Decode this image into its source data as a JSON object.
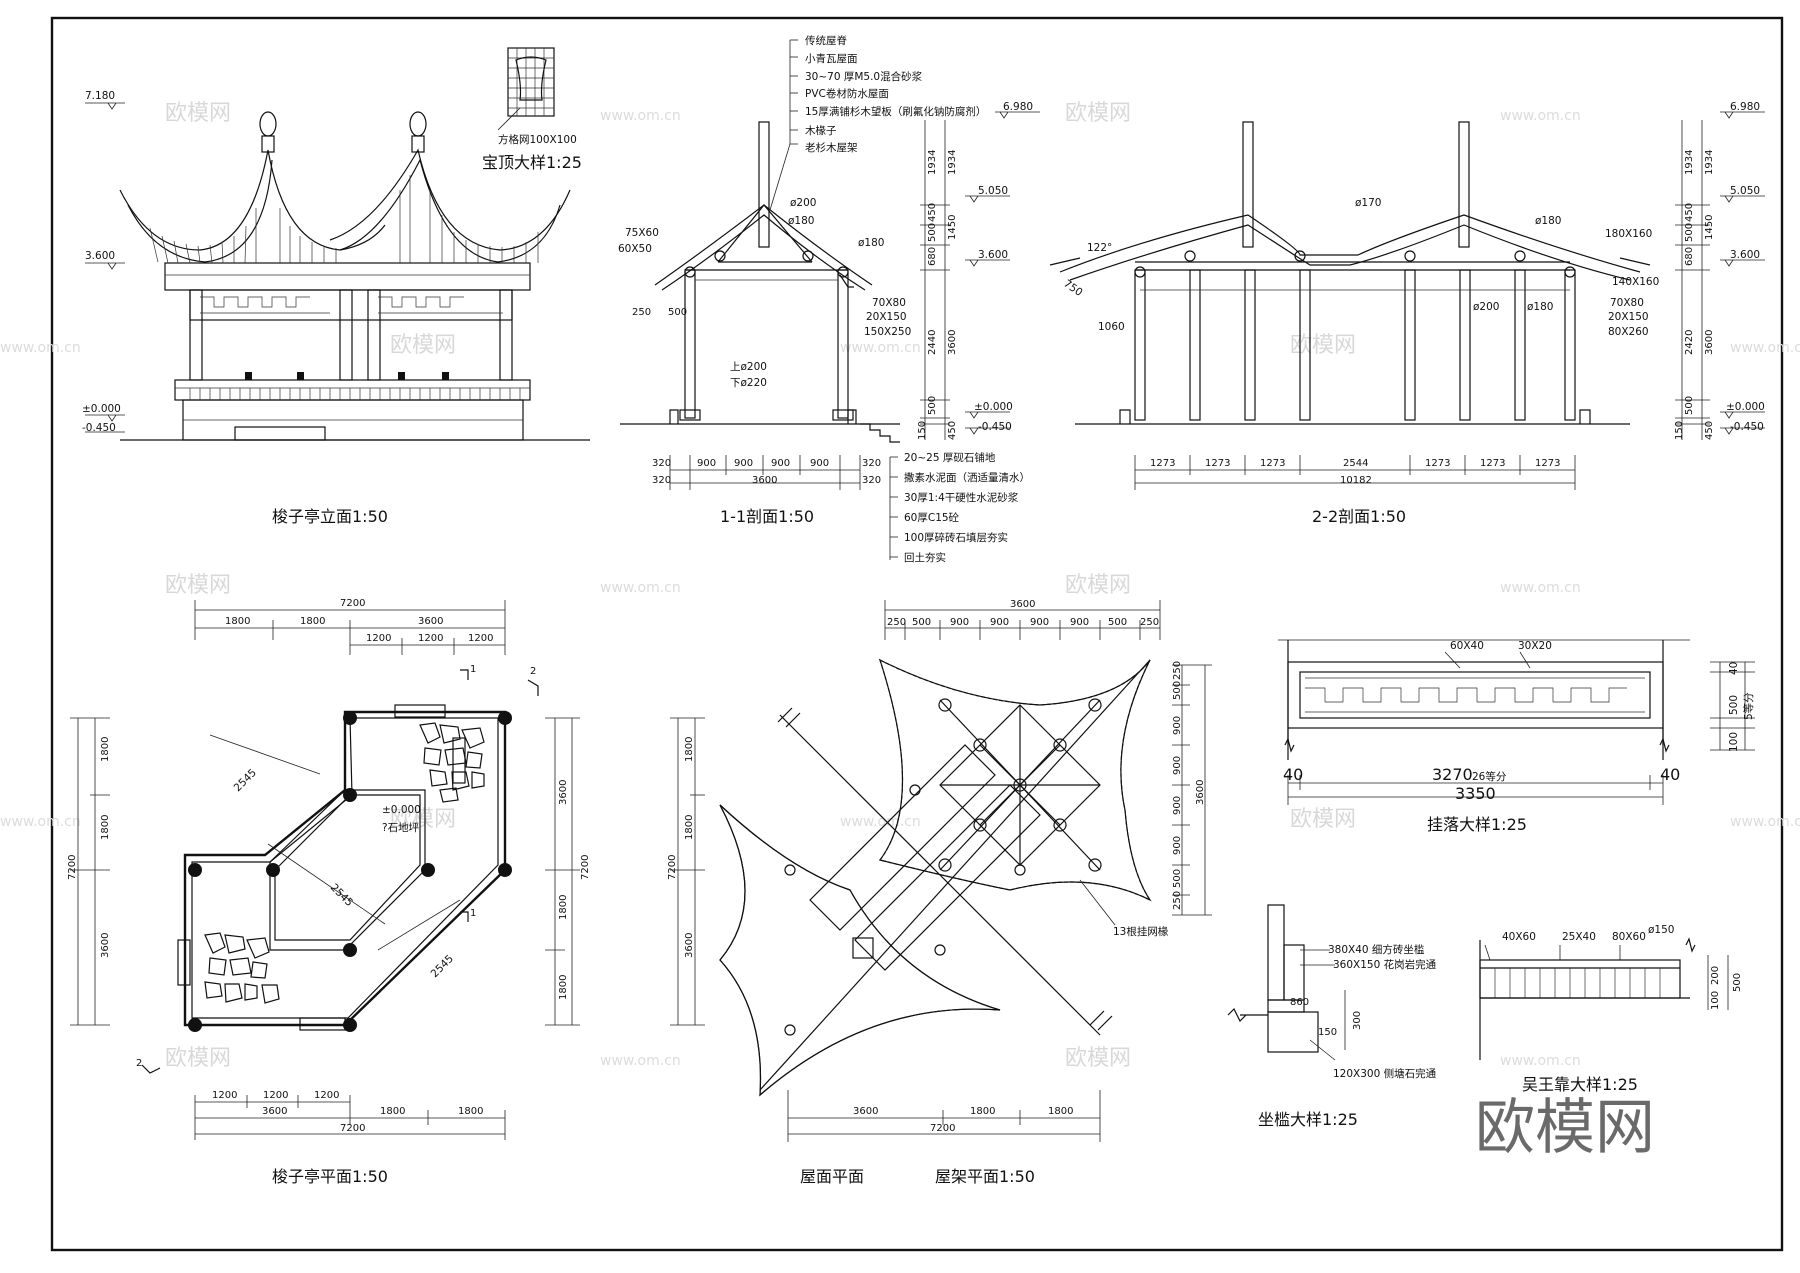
{
  "titles": {
    "elevation": "梭子亭立面1:50",
    "section11": "1-1剖面1:50",
    "section22": "2-2剖面1:50",
    "plan": "梭子亭平面1:50",
    "roof_plan": "屋面平面",
    "frame_plan": "屋架平面1:50",
    "hanging": "挂落大样1:25",
    "sill": "坐槛大样1:25",
    "bench": "吴王靠大样1:25",
    "finial": "宝顶大样1:25"
  },
  "finial_note": "方格网100X100",
  "roof_layers": [
    "传统屋脊",
    "小青瓦屋面",
    "30~70 厚M5.0混合砂浆",
    "PVC卷材防水屋面",
    "15厚满铺杉木望板（刷氟化钠防腐剂）",
    "木椽子",
    "老杉木屋架"
  ],
  "floor_layers": [
    "20~25 厚砚石铺地",
    "撒素水泥面（洒适量清水）",
    "30厚1:4干硬性水泥砂浆",
    "60厚C15砼",
    "100厚碎砖石填层夯实",
    "回土夯实"
  ],
  "elevations": {
    "e7180": "7.180",
    "e6980": "6.980",
    "e5050": "5.050",
    "e3600": "3.600",
    "e0000": "±0.000",
    "e0450": "-0.450"
  },
  "s11": {
    "members": [
      "75X60",
      "60X50",
      "ø200",
      "ø180",
      "ø180",
      "70X80",
      "20X150",
      "150X250",
      "上ø200",
      "下ø220",
      "250",
      "500"
    ],
    "vdims": [
      "1934",
      "1450",
      "450",
      "500",
      "680",
      "3600",
      "2440",
      "500",
      "150",
      "450",
      "1934"
    ],
    "hdims": [
      "320",
      "900",
      "900",
      "900",
      "900",
      "320",
      "3600",
      "320",
      "320"
    ]
  },
  "s22": {
    "members": [
      "122°",
      "750",
      "1060",
      "ø170",
      "ø180",
      "180X160",
      "140X160",
      "ø200",
      "ø180",
      "70X80",
      "20X150",
      "80X260"
    ],
    "vdims": [
      "1934",
      "1934",
      "450",
      "500",
      "1450",
      "680",
      "2420",
      "3600",
      "500",
      "150",
      "450"
    ],
    "hdims": [
      "1273",
      "1273",
      "1273",
      "2544",
      "1273",
      "1273",
      "1273",
      "10182"
    ]
  },
  "plan": {
    "top_dims": [
      "7200",
      "1800",
      "1800",
      "3600",
      "1200",
      "1200",
      "1200"
    ],
    "bottom_dims": [
      "1200",
      "1200",
      "1200",
      "3600",
      "1800",
      "1800",
      "7200"
    ],
    "left_dims": [
      "1800",
      "1800",
      "3600",
      "7200"
    ],
    "right_dims": [
      "3600",
      "7200",
      "1800",
      "1800"
    ],
    "diag": [
      "2545",
      "2545",
      "2545"
    ],
    "level": "±0.000",
    "floor_note": "?石地坪",
    "cut1": "1",
    "cut2": "2"
  },
  "roof": {
    "top_dims": [
      "3600",
      "250",
      "500",
      "900",
      "900",
      "900",
      "900",
      "500",
      "250"
    ],
    "right_dims": [
      "250",
      "500",
      "900",
      "900",
      "900",
      "900",
      "500",
      "250",
      "3600"
    ],
    "left_dims": [
      "1800",
      "1800",
      "3600",
      "7200"
    ],
    "bottom_dims": [
      "3600",
      "1800",
      "1800",
      "7200"
    ],
    "note": "13根挂网椽"
  },
  "hanging": {
    "members": [
      "60X40",
      "30X20",
      "40",
      "40",
      "3270",
      "26等分",
      "3350"
    ],
    "vdims": [
      "40",
      "500",
      "5等分",
      "100"
    ]
  },
  "sill": {
    "notes": [
      "380X40 细方砖坐槛",
      "360X150 花岗岩完通",
      "120X300 侧塘石完通"
    ],
    "dims": [
      "860",
      "300",
      "150"
    ]
  },
  "bench": {
    "members": [
      "40X60",
      "25X40",
      "80X60",
      "ø150"
    ],
    "vdims": [
      "200",
      "500",
      "100"
    ]
  },
  "watermark": "欧模网",
  "watermark_url": "www.om.cn",
  "brand": "欧模网"
}
